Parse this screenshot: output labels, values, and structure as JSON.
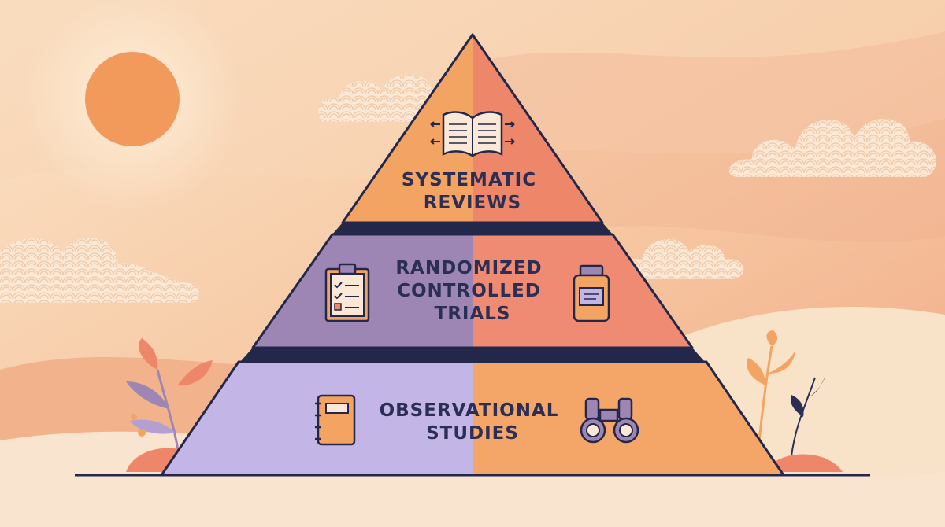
{
  "pyramid": {
    "levels": [
      {
        "lines": [
          "SYSTEMATIC",
          "REVIEWS"
        ]
      },
      {
        "lines": [
          "RANDOMIZED",
          "CONTROLLED",
          "TRIALS"
        ]
      },
      {
        "lines": [
          "OBSERVATIONAL",
          "STUDIES"
        ]
      }
    ]
  },
  "colors": {
    "sky_top": "#f9dcc0",
    "sky_bottom": "#f3b690",
    "sun": "#f19a5c",
    "outline": "#23284a",
    "top_left": "#f4a462",
    "top_right": "#ee8669",
    "mid_left": "#9e86b4",
    "mid_right": "#f08b73",
    "bottom_left": "#c3b6e6",
    "bottom_right": "#f4a668",
    "cloud": "#fbe8d6"
  },
  "icons": [
    "open-book-icon",
    "clipboard-checklist-icon",
    "medicine-bottle-icon",
    "notebook-icon",
    "binoculars-icon",
    "sun-icon",
    "cloud-icon",
    "leaf-plant-icon"
  ]
}
